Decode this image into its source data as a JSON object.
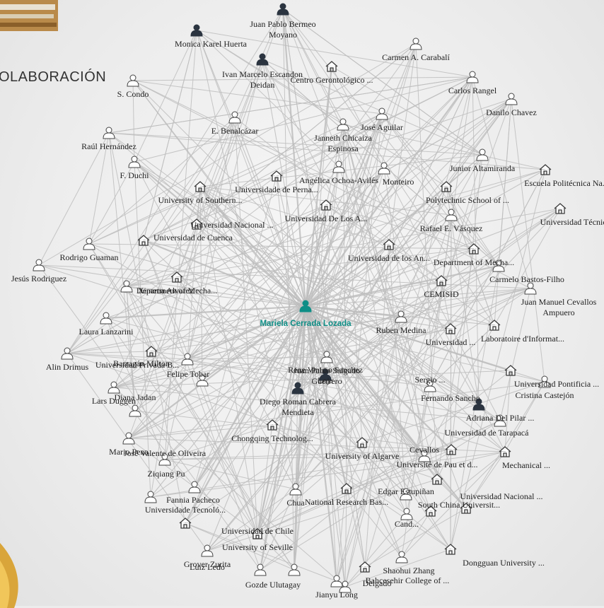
{
  "header": {
    "title": "OLABORACIÓN"
  },
  "colors": {
    "center": "#0e8e86",
    "main_person": "#2b3440",
    "edge": "#bdbdbd"
  },
  "center": {
    "label": "Mariela Cerrada Lozada",
    "icon": "person-icon"
  },
  "nodes": [
    {
      "label": "Juan Pablo Bermeo\nMoyano",
      "type": "person-main"
    },
    {
      "label": "Monica Karel Huerta",
      "type": "person-main"
    },
    {
      "label": "Ivan Marcelo Escandon\nDeidan",
      "type": "person-main"
    },
    {
      "label": "Centro Gerontológico ...",
      "type": "institution"
    },
    {
      "label": "Carmen A. Carabalí",
      "type": "person"
    },
    {
      "label": "S. Condo",
      "type": "person"
    },
    {
      "label": "Carlos Rangel",
      "type": "person"
    },
    {
      "label": "Danilo Chavez",
      "type": "person"
    },
    {
      "label": "E. Benalcázar",
      "type": "person"
    },
    {
      "label": "José Aguilar",
      "type": "person"
    },
    {
      "label": "Janneth Chicaiza\nEspinosa",
      "type": "person"
    },
    {
      "label": "Raúl Hernández",
      "type": "person"
    },
    {
      "label": "F. Duchi",
      "type": "person"
    },
    {
      "label": "Junior Altamiranda",
      "type": "person"
    },
    {
      "label": "Angélica Ochoa-Avilés",
      "type": "person"
    },
    {
      "label": "Monteiro",
      "type": "person"
    },
    {
      "label": "Universidade de Perna...",
      "type": "institution"
    },
    {
      "label": "Escuela Politécnica Na...",
      "type": "institution"
    },
    {
      "label": "University of Southern...",
      "type": "institution"
    },
    {
      "label": "Polytechnic School of ...",
      "type": "institution"
    },
    {
      "label": "Universidad Nacional ...",
      "type": "institution"
    },
    {
      "label": "Universidad De Los A...",
      "type": "institution"
    },
    {
      "label": "Universidad Técnica P...",
      "type": "institution"
    },
    {
      "label": "Rafael E. Vásquez",
      "type": "person"
    },
    {
      "label": "Universidad de Cuenca",
      "type": "institution"
    },
    {
      "label": "Rodrigo Guaman",
      "type": "person"
    },
    {
      "label": "Department of Mecha...",
      "type": "institution"
    },
    {
      "label": "Universidad de los An...",
      "type": "institution"
    },
    {
      "label": "Department of Mecha...",
      "type": "institution"
    },
    {
      "label": "Jesús Rodriguez",
      "type": "person"
    },
    {
      "label": "Carmelo Bastos-Filho",
      "type": "person"
    },
    {
      "label": "Ximena Alvarez",
      "type": "person"
    },
    {
      "label": "CEMISID",
      "type": "institution"
    },
    {
      "label": "Laura Lanzarini",
      "type": "person"
    },
    {
      "label": "Juan Manuel Cevallos\nAmpuero",
      "type": "person"
    },
    {
      "label": "Alin Drimus",
      "type": "person"
    },
    {
      "label": "Ruben Medina",
      "type": "person"
    },
    {
      "label": "Universidad ...",
      "type": "institution"
    },
    {
      "label": "Laboratoire d'Informat...",
      "type": "institution"
    },
    {
      "label": "Barragán Milton",
      "type": "person"
    },
    {
      "label": "Universidad Privada B...",
      "type": "institution"
    },
    {
      "label": "Felipe Tobar",
      "type": "person"
    },
    {
      "label": "Juan Pablo Salgado\nGuerrero",
      "type": "person"
    },
    {
      "label": "Rene Vinicio Sanchez\nLoja",
      "type": "person-main"
    },
    {
      "label": "Sergio ...",
      "type": "person"
    },
    {
      "label": "Universidad Pontificia ...",
      "type": "institution"
    },
    {
      "label": "Lars Duggen",
      "type": "person"
    },
    {
      "label": "Diana Jadan",
      "type": "person"
    },
    {
      "label": "Diego Roman Cabrera\nMendieta",
      "type": "person-main"
    },
    {
      "label": "Fernando Sancho",
      "type": "person-main"
    },
    {
      "label": "Cristina Castejón",
      "type": "person"
    },
    {
      "label": "Mario Pena",
      "type": "person"
    },
    {
      "label": "Adriana Del Pilar ...",
      "type": "person"
    },
    {
      "label": "Chongqing Technolog...",
      "type": "institution"
    },
    {
      "label": "Universidad de Tarapacá",
      "type": "institution"
    },
    {
      "label": "José Valente de Oliveira",
      "type": "person"
    },
    {
      "label": "University of Algarve",
      "type": "institution"
    },
    {
      "label": "Cevallos",
      "type": "person"
    },
    {
      "label": "Université de Pau et d...",
      "type": "institution"
    },
    {
      "label": "Mechanical ...",
      "type": "institution"
    },
    {
      "label": "Ziqiang Pu",
      "type": "person"
    },
    {
      "label": "Fannia Pacheco",
      "type": "person"
    },
    {
      "label": "Chua",
      "type": "person"
    },
    {
      "label": "National Research Bas...",
      "type": "institution"
    },
    {
      "label": "Edgar Estupiñan",
      "type": "person"
    },
    {
      "label": "Universidad Nacional ...",
      "type": "institution"
    },
    {
      "label": "Universidade Tecnoló...",
      "type": "institution"
    },
    {
      "label": "South China Universit...",
      "type": "institution"
    },
    {
      "label": "Grover Zurita",
      "type": "person"
    },
    {
      "label": "Universidad de Chile",
      "type": "institution"
    },
    {
      "label": "Cand...",
      "type": "person"
    },
    {
      "label": "University of Seville",
      "type": "institution"
    },
    {
      "label": "Luiz Ledo",
      "type": "person"
    },
    {
      "label": "Shaohui Zhang",
      "type": "person"
    },
    {
      "label": "Dongguan University ...",
      "type": "institution"
    },
    {
      "label": "Gozde Ulutagay",
      "type": "person"
    },
    {
      "label": "Delgado",
      "type": "person"
    },
    {
      "label": "Bahcesehir College of ...",
      "type": "institution"
    },
    {
      "label": "Jianyu Long",
      "type": "person"
    }
  ]
}
